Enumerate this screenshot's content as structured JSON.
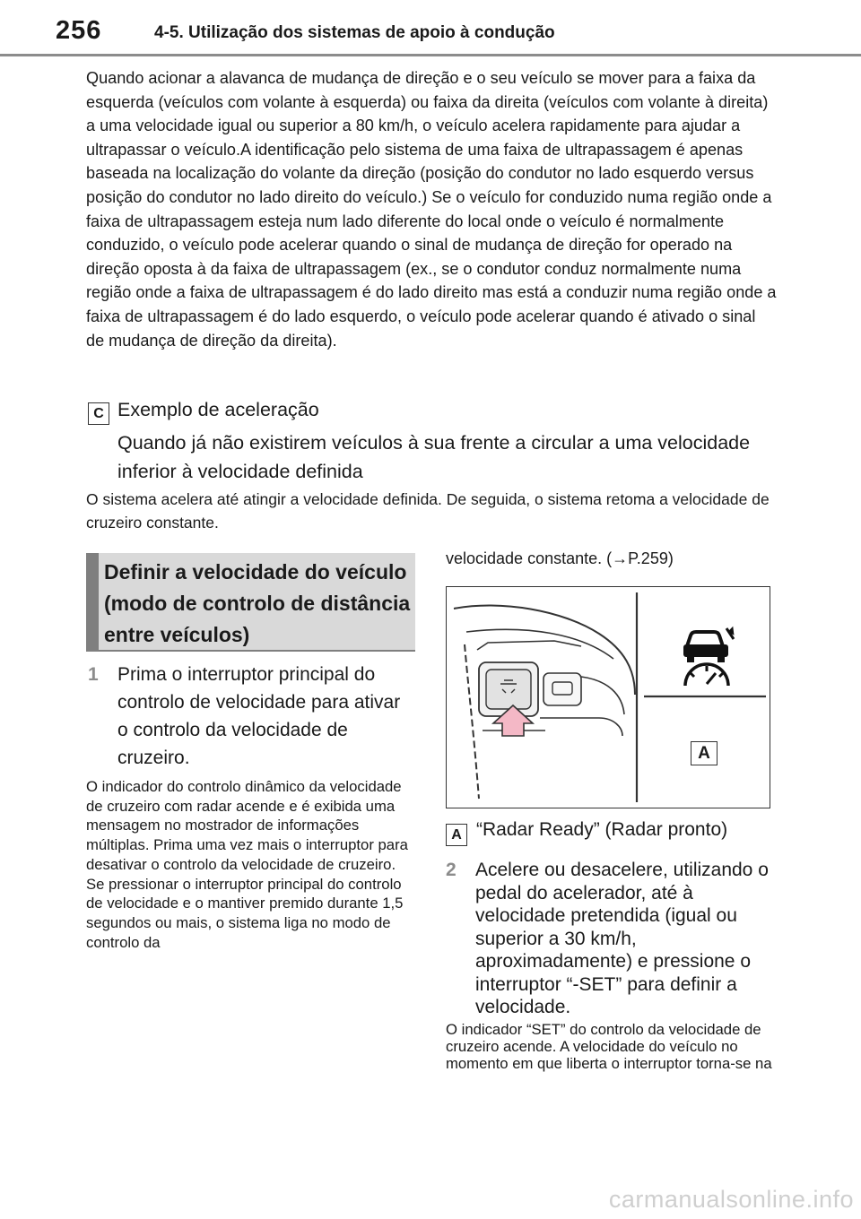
{
  "header": {
    "page_number": "256",
    "section_title": "4-5. Utilização dos sistemas de apoio à condução"
  },
  "body": {
    "intro_paragraph": "Quando acionar a alavanca de mudança de direção e o seu veículo se mover para a faixa da esquerda (veículos com volante à esquerda) ou faixa da direita (veículos com volante à direita) a uma velocidade igual ou superior a 80 km/h, o veículo acelera rapidamente para ajudar a ultrapassar o veículo.A identificação pelo sistema de uma faixa de ultrapassagem é apenas baseada na localização do volante da direção (posição do condutor no lado esquerdo versus posição do condutor no lado direito do veículo.) Se o veículo for conduzido numa região onde a faixa de ultrapassagem esteja num lado diferente do local onde o veículo é normalmente conduzido, o veículo pode acelerar quando o sinal de mudança de direção for operado na direção oposta à da faixa de ultrapassagem (ex., se o condutor conduz normalmente numa região onde a faixa de ultrapassagem é do lado direito mas está a conduzir numa região onde a faixa de ultrapassagem é do lado esquerdo, o veículo pode acelerar quando é ativado o sinal de mudança de direção da direita)."
  },
  "example_c": {
    "label": "C",
    "title": "Exemplo de aceleração",
    "description": "Quando já não existirem veículos à sua frente a circular a uma velocidade inferior à velocidade definida",
    "note": "O sistema acelera até atingir a velocidade definida. De seguida, o sistema retoma a velocidade de cruzeiro constante."
  },
  "subsection": {
    "heading": "Definir a velocidade do veículo (modo de controlo de distância entre veículos)"
  },
  "step1": {
    "number": "1",
    "text": "Prima o interruptor principal do controlo de velocidade para ativar o controlo da velocidade de cruzeiro.",
    "note": "O indicador do controlo dinâmico da velocidade de cruzeiro com radar acende e é exibida uma mensagem no mostrador de informações múltiplas. Prima uma vez mais o interruptor para desativar o controlo da velocidade de cruzeiro. Se pressionar o interruptor principal do controlo de velocidade e o mantiver premido durante 1,5 segundos ou mais, o sistema liga no modo de controlo da"
  },
  "right_column": {
    "continuation": "velocidade constante. (→P.259)"
  },
  "illustration": {
    "badge_label": "A",
    "colors": {
      "arrow_fill": "#f4b8c6",
      "line": "#333333"
    }
  },
  "legend_a": {
    "label": "A",
    "text": "“Radar Ready” (Radar pronto)"
  },
  "step2": {
    "number": "2",
    "text": "Acelere ou desacelere, utilizando o pedal do acelerador, até à velocidade pretendida (igual ou superior a 30 km/h, aproximadamente) e pressione o interruptor “-SET” para definir a velocidade.",
    "note": "O indicador “SET” do controlo da velocidade de cruzeiro acende. A velocidade do veículo no momento em que liberta o interruptor torna-se na"
  },
  "watermark": "carmanualsonline.info"
}
